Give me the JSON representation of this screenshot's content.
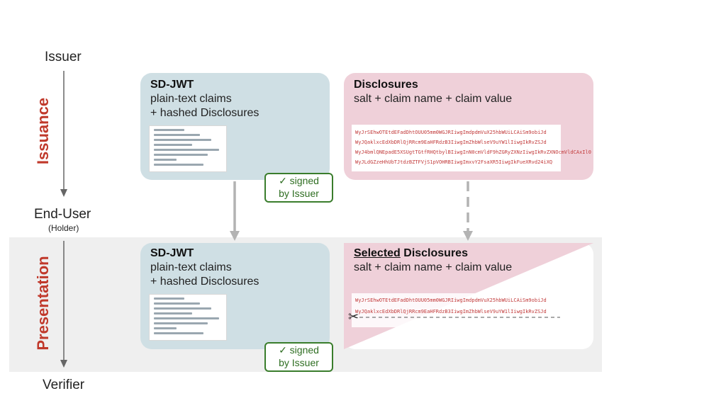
{
  "roles": {
    "issuer": "Issuer",
    "end_user": "End-User",
    "holder": "(Holder)",
    "verifier": "Verifier"
  },
  "phases": {
    "issuance": "Issuance",
    "presentation": "Presentation"
  },
  "issuance": {
    "sdjwt": {
      "title": "SD-JWT",
      "line1": "plain-text claims",
      "line2": "+ hashed Disclosures"
    },
    "disclosures": {
      "title": "Disclosures",
      "subtitle": "salt + claim name + claim value",
      "lines": [
        "WyJrSEhwOTEtdEFadDhtOUU05mm0WGJRIiwgImdpdmVuX25hbWUiLCAiSm9obiJd",
        "WyJQaklxcEdXbDRlQjRRcm9EaHFRdzB3IiwgImZhbWlseV9uYW1lIiwgIkRvZSJd",
        "WyJ4bmlQNEpadE5XSUgtTGtfRHQtbylBIiwgInN0cmVldF9hZGRyZXNzIiwgIkRvZXNOcmVldCAxIl0",
        "WyJLdGZzeHhUbTJtdzBZTFVjS1pVOHRBIiwgImxvY2FsaXR5IiwgIkFueXRvd24iXQ"
      ]
    },
    "badge_line1": "✓ signed",
    "badge_line2": "by Issuer"
  },
  "presentation": {
    "sdjwt": {
      "title": "SD-JWT",
      "line1": "plain-text claims",
      "line2": "+ hashed Disclosures"
    },
    "disclosures": {
      "title_underlined": "Selected",
      "title_rest": " Disclosures",
      "subtitle": "salt + claim name + claim value",
      "lines": [
        "WyJrSEhwOTEtdEFadDhtOUU05mm0WGJRIiwgImdpdmVuX25hbWUiLCAiSm9obiJd",
        "WyJQaklxcEdXbDRlQjRRcm9EaHFRdzB3IiwgImZhbWlseV9uYW1lIiwgIkRvZSJd"
      ]
    },
    "badge_line1": "✓ signed",
    "badge_line2": "by Issuer"
  },
  "icons": {
    "scissors": "✂"
  },
  "colors": {
    "phase_label": "#c0392b",
    "sdjwt_box": "#cfdfe4",
    "disclosure_box": "#efd0d9",
    "badge_border": "#3a7d2c",
    "presentation_band": "#efefef"
  }
}
